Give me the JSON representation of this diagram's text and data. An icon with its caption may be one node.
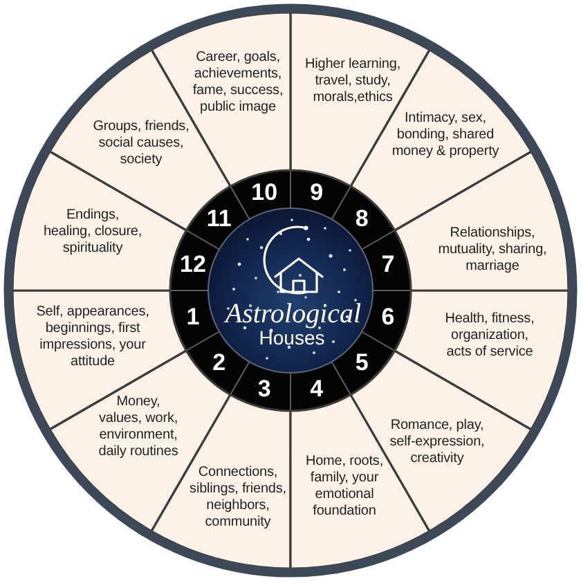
{
  "diagram": {
    "nodes": [
      {
        "text": [
          "Astrological",
          "Houses"
        ]
      },
      {
        "text": [
          "1"
        ]
      },
      {
        "text": [
          "Self, appearances, beginnings, first impressions, your attitude"
        ]
      },
      {
        "text": [
          "2"
        ]
      },
      {
        "text": [
          "Money, values, work, environment, daily routines"
        ]
      },
      {
        "text": [
          "3"
        ]
      },
      {
        "text": [
          "Connections, siblings, friends, neighbors, community"
        ]
      },
      {
        "text": [
          "4"
        ]
      },
      {
        "text": [
          "Home, roots, family, your emotional foundation"
        ]
      },
      {
        "text": [
          "5"
        ]
      },
      {
        "text": [
          "Romance, play, self-expression, creativity"
        ]
      },
      {
        "text": [
          "6"
        ]
      },
      {
        "text": [
          "Health, fitness, organization, acts of service"
        ]
      },
      {
        "text": [
          "7"
        ]
      },
      {
        "text": [
          "Relationships, mutuality, sharing, marriage"
        ]
      },
      {
        "text": [
          "8"
        ]
      },
      {
        "text": [
          "Intimacy, sex, bonding, shared money & property"
        ]
      },
      {
        "text": [
          "9"
        ]
      },
      {
        "text": [
          "Higher learning, travel, study, morals,ethics"
        ]
      },
      {
        "text": [
          "10"
        ]
      },
      {
        "text": [
          "Career, goals, achievements, fame, success, public image"
        ]
      },
      {
        "text": [
          "11"
        ]
      },
      {
        "text": [
          "Groups, friends, social causes, society"
        ]
      },
      {
        "text": [
          "12"
        ]
      },
      {
        "text": [
          "Endings, healing, closure, spirituality"
        ]
      }
    ]
  }
}
